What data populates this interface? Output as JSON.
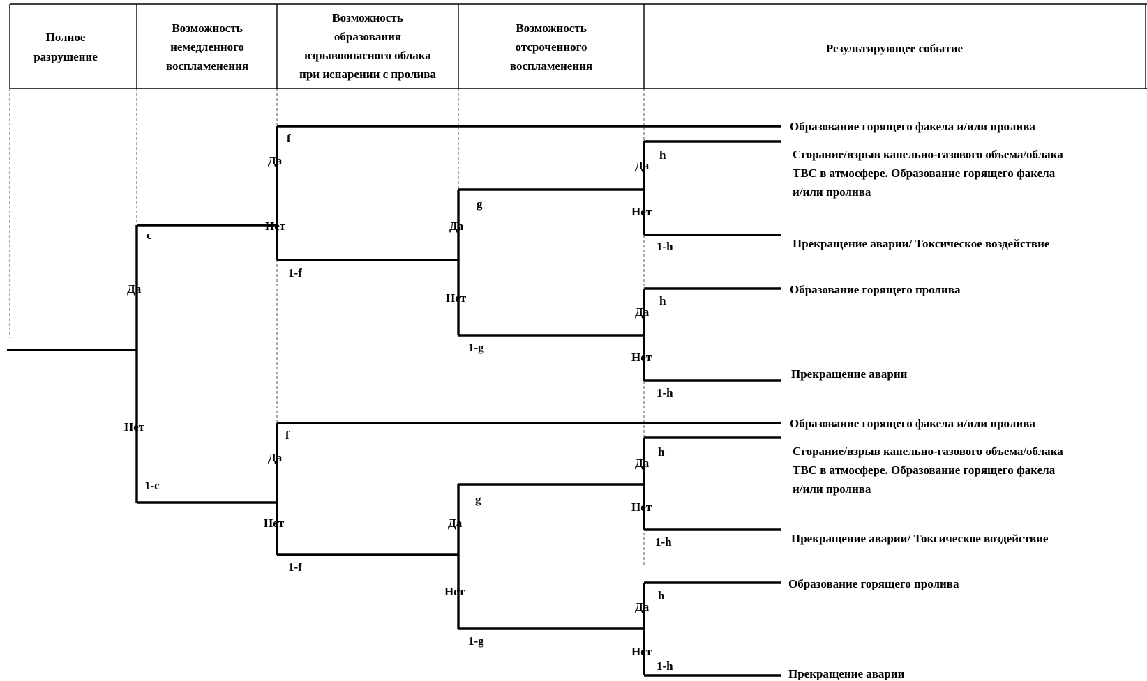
{
  "header": {
    "columns": [
      {
        "lines": [
          "Полное",
          "разрушение"
        ]
      },
      {
        "lines": [
          "Возможность",
          "немедленного",
          "воспламенения"
        ]
      },
      {
        "lines": [
          "Возможность",
          "образования",
          "взрывоопасного облака",
          "при испарении с пролива"
        ]
      },
      {
        "lines": [
          "Возможность",
          "отсроченного",
          "воспламенения"
        ]
      },
      {
        "lines": [
          "Результирующее событие"
        ]
      }
    ]
  },
  "branch_labels": {
    "yes": "Да",
    "no": "Нет"
  },
  "probabilities": {
    "c": "c",
    "not_c": "1-c",
    "f": "f",
    "not_f": "1-f",
    "g": "g",
    "not_g": "1-g",
    "h": "h",
    "not_h": "1-h"
  },
  "outcomes": {
    "torch_or_spill": "Образование горящего факела и/или пролива",
    "cloud_explosion": [
      "Сгорание/взрыв  капельно-газового объема/облака",
      "ТВС в атмосфере. Образование горящего факела",
      "и/или пролива"
    ],
    "stop_toxic": "Прекращение аварии/ Токсическое воздействие",
    "burning_spill": "Образование горящего пролива",
    "stop": "Прекращение аварии"
  }
}
